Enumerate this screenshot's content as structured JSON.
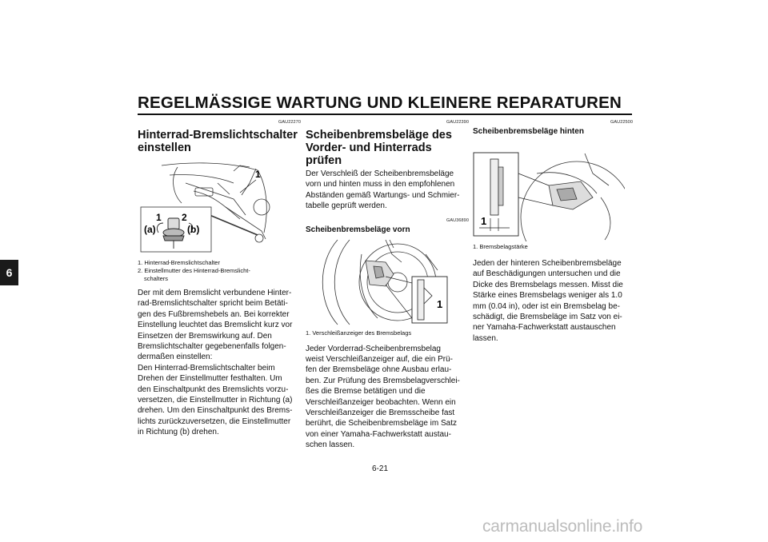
{
  "header": {
    "title": "REGELMÄSSIGE WARTUNG UND KLEINERE REPARATUREN"
  },
  "chapter_tab": "6",
  "page_number": "6-21",
  "footer": {
    "watermark": "carmanualsonline.info"
  },
  "col1": {
    "code": "GAU22270",
    "heading_line1": "Hinterrad-Bremslichtschalter",
    "heading_line2": "einstellen",
    "figure_labels": {
      "n1": "1",
      "n1b": "1",
      "n2": "2",
      "a": "(a)",
      "b": "(b)"
    },
    "caption1": "1. Hinterrad-Bremslichtschalter",
    "caption2a": "2. Einstellmutter des Hinterrad-Bremslicht-",
    "caption2b": "schalters",
    "body": [
      "Der mit dem Bremslicht verbundene Hinter-",
      "rad-Bremslichtschalter spricht beim Betäti-",
      "gen des Fußbremshebels an. Bei korrekter",
      "Einstellung leuchtet das Bremslicht kurz vor",
      "Einsetzen der Bremswirkung auf. Den",
      "Bremslichtschalter gegebenenfalls folgen-",
      "dermaßen einstellen:",
      "Den Hinterrad-Bremslichtschalter beim",
      "Drehen der Einstellmutter festhalten. Um",
      "den Einschaltpunkt des Bremslichts vorzu-",
      "versetzen, die Einstellmutter in Richtung (a)",
      "drehen. Um den Einschaltpunkt des Brems-",
      "lichts zurückzuversetzen, die Einstellmutter",
      "in Richtung (b) drehen."
    ]
  },
  "col2": {
    "code": "GAU22390",
    "heading_line1": "Scheibenbremsbeläge des",
    "heading_line2": "Vorder- und Hinterrads prüfen",
    "intro": [
      "Der Verschleiß der Scheibenbremsbeläge",
      "vorn und hinten muss in den empfohlenen",
      "Abständen gemäß Wartungs- und Schmier-",
      "tabelle geprüft werden."
    ],
    "sub_code": "GAU36890",
    "sub_heading": "Scheibenbremsbeläge vorn",
    "figure_label": "1",
    "caption": "1. Verschleißanzeiger des Bremsbelags",
    "body": [
      "Jeder Vorderrad-Scheibenbremsbelag",
      "weist Verschleißanzeiger auf, die ein Prü-",
      "fen der Bremsbeläge ohne Ausbau erlau-",
      "ben. Zur Prüfung des Bremsbelagverschlei-",
      "ßes die Bremse betätigen und die",
      "Verschleißanzeiger beobachten. Wenn ein",
      "Verschleißanzeiger die Bremsscheibe fast",
      "berührt, die Scheibenbremsbeläge im Satz",
      "von einer Yamaha-Fachwerkstatt austau-",
      "schen lassen."
    ]
  },
  "col3": {
    "code": "GAU22500",
    "sub_heading": "Scheibenbremsbeläge hinten",
    "figure_label": "1",
    "caption": "1. Bremsbelagstärke",
    "body": [
      "Jeden der hinteren Scheibenbremsbeläge",
      "auf Beschädigungen untersuchen und die",
      "Dicke des Bremsbelags messen. Misst die",
      "Stärke eines Bremsbelags weniger als 1.0",
      "mm (0.04 in), oder ist ein Bremsbelag be-",
      "schädigt, die Bremsbeläge im Satz von ei-",
      "ner Yamaha-Fachwerkstatt austauschen",
      "lassen."
    ]
  }
}
